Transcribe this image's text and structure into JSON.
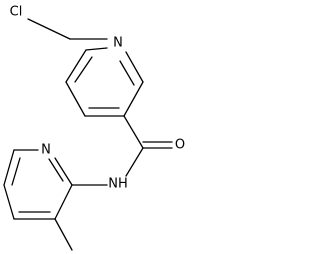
{
  "molecule": {
    "atoms": {
      "cl": "Cl",
      "n_chloropyridine": "N",
      "o_carbonyl": "O",
      "n_amide": "NH",
      "n_methylpyridine": "N"
    }
  },
  "colors": {
    "background": "#ffffff",
    "ink": "#000000"
  }
}
